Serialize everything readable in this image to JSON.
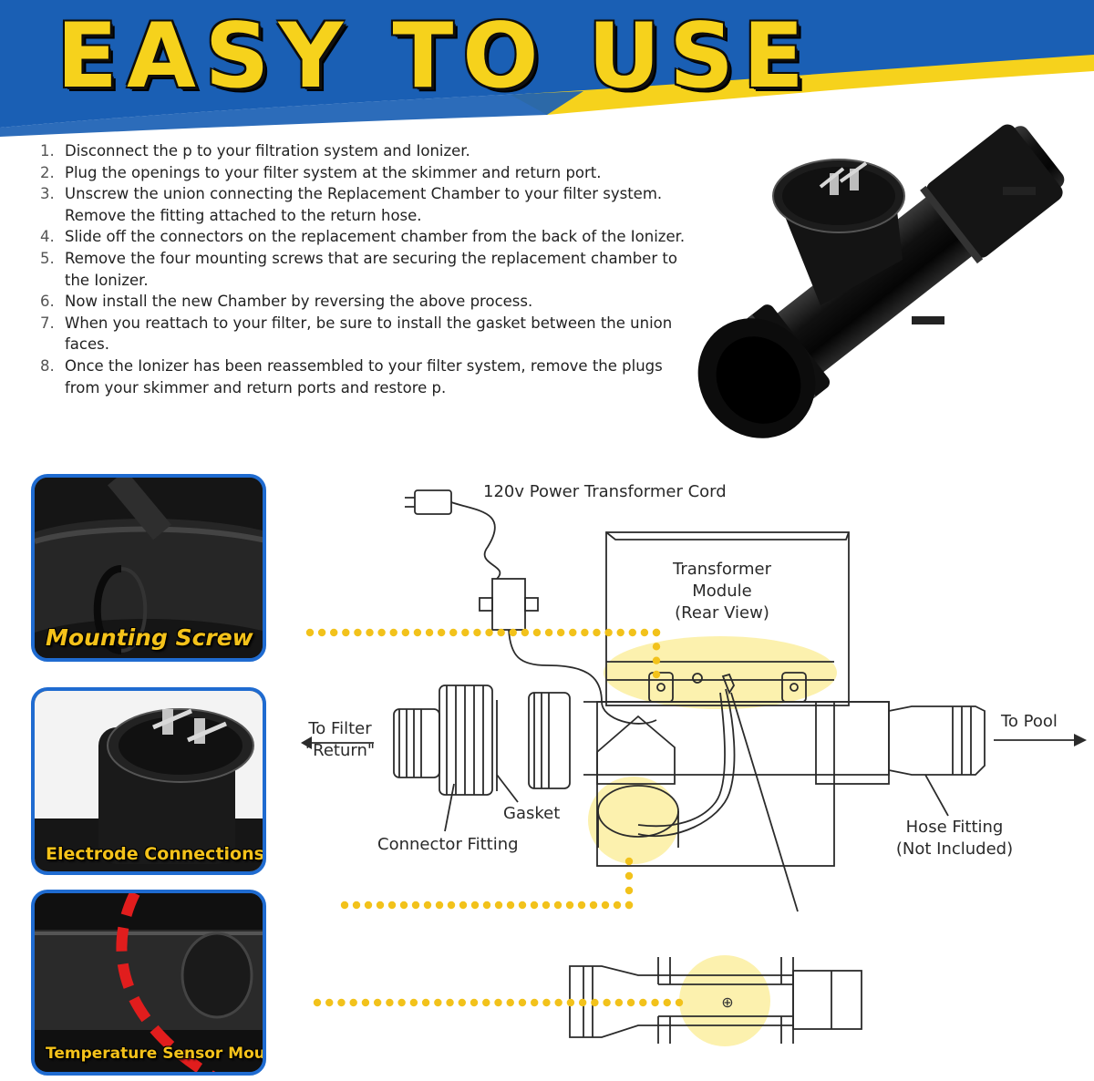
{
  "header": {
    "title": "EASY TO USE",
    "colors": {
      "blue": "#1a5fb4",
      "yellow": "#f6d21c"
    }
  },
  "instructions": {
    "steps": [
      {
        "number": "1.",
        "lines": [
          "Disconnect the p to your filtration system and Ionizer."
        ]
      },
      {
        "number": "2.",
        "lines": [
          "Plug the openings to your filter system at the skimmer and return port."
        ]
      },
      {
        "number": "3.",
        "lines": [
          "Unscrew the union connecting the Replacement Chamber to your filter system.",
          "Remove the fitting attached to the return hose."
        ]
      },
      {
        "number": "4.",
        "lines": [
          "Slide off the connectors on the replacement chamber from the back of the Ionizer."
        ]
      },
      {
        "number": "5.",
        "lines": [
          "Remove the four mounting screws that are securing the replacement chamber to",
          "the Ionizer."
        ]
      },
      {
        "number": "6.",
        "lines": [
          "Now install the new Chamber by reversing the above process."
        ]
      },
      {
        "number": "7.",
        "lines": [
          "When you reattach to your filter, be sure to install the gasket between the union",
          "faces."
        ]
      },
      {
        "number": "8.",
        "lines": [
          "Once the Ionizer has been reassembled to your filter system, remove the plugs",
          "from your skimmer and return ports and restore p."
        ]
      }
    ]
  },
  "insets": {
    "mounting_screw": "Mounting Screw",
    "electrode": "Electrode Connections",
    "temp_sensor": "Temperature Sensor Mounts Here"
  },
  "diagram": {
    "power_cord": "120v Power Transformer Cord",
    "transformer": [
      "Transformer",
      "Module",
      "(Rear View)"
    ],
    "to_filter": [
      "To Filter",
      "\"Return\""
    ],
    "to_pool": "To Pool",
    "gasket": "Gasket",
    "connector_fitting": "Connector Fitting",
    "hose_fitting": [
      "Hose Fitting",
      "(Not Included)"
    ],
    "plus_symbol": "⊕"
  },
  "theme": {
    "dot_color": "#f2c21b",
    "highlight": "#fbeea0",
    "line": "#2b2b2b"
  }
}
